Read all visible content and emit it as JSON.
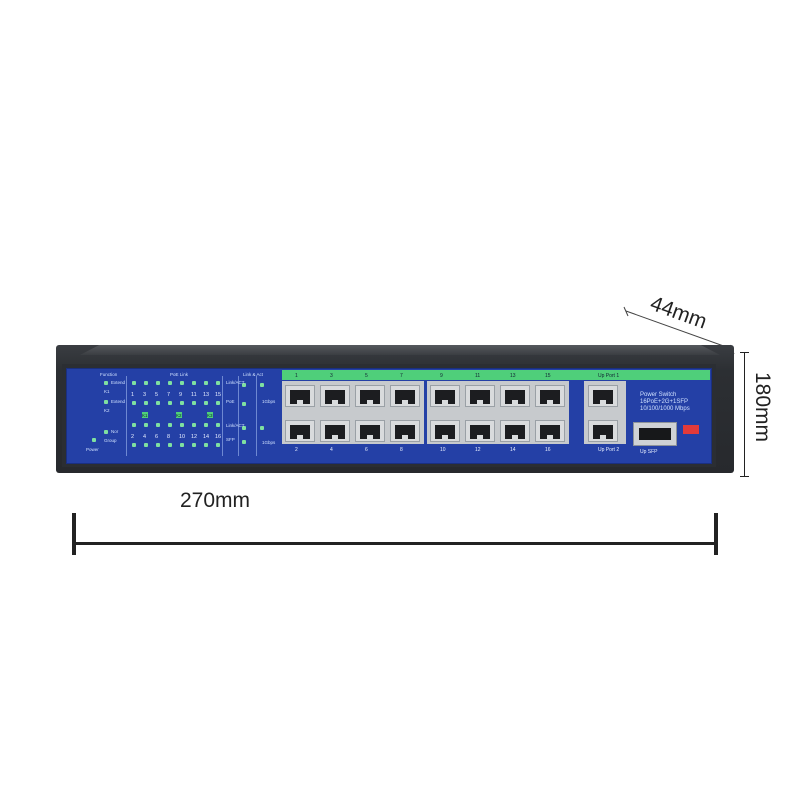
{
  "dimensions": {
    "depth": "44mm",
    "height": "180mm",
    "width": "270mm"
  },
  "panel": {
    "power": "Power",
    "led_left": [
      "Extend",
      "Extend",
      "Nor"
    ],
    "led_left_ids": [
      "K1",
      "K2",
      "Group"
    ],
    "top_headers": [
      "Function",
      "PoE Link",
      "Link & Act"
    ],
    "odd_ports": [
      "1",
      "3",
      "5",
      "7",
      "9",
      "11",
      "13",
      "15"
    ],
    "even_ports": [
      "2",
      "4",
      "6",
      "8",
      "10",
      "12",
      "14",
      "16"
    ],
    "group_badges": [
      "K1",
      "K2",
      "K3"
    ],
    "right_labels": [
      "Link/ACT",
      "PoE",
      "Link/ACT",
      "SFP"
    ],
    "speed_labels": [
      "1Gbps",
      "1Gbps"
    ],
    "top_port_labels": [
      "1",
      "3",
      "5",
      "7",
      "9",
      "11",
      "13",
      "15",
      "Up Port 1"
    ],
    "bottom_port_labels": [
      "2",
      "4",
      "6",
      "8",
      "10",
      "12",
      "14",
      "16",
      "Up Port 2",
      "Up SFP"
    ],
    "info_lines": [
      "Power Switch",
      "16PoE+2G+1SFP",
      "10/100/1000 Mbps"
    ]
  }
}
